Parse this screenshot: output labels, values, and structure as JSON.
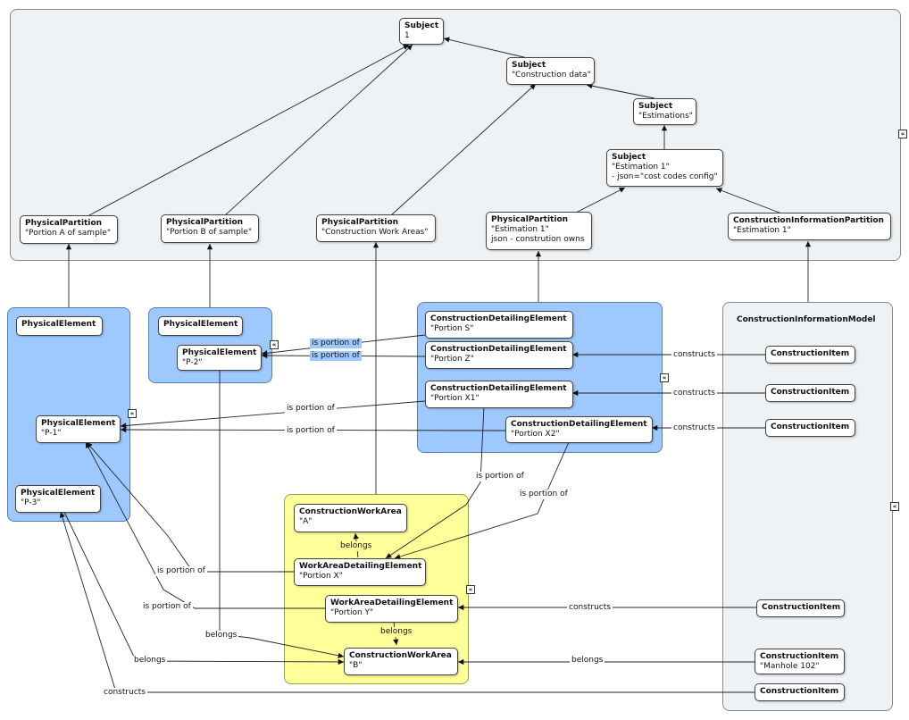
{
  "colors": {
    "top_panel": "#eef2f5",
    "blue_panel": "#9ec9ff",
    "yellow_panel": "#ffff99",
    "cim_panel": "#eef2f5",
    "edge": "#222222"
  },
  "expand_glyph": "«",
  "nodes": {
    "subject_root": {
      "title": "Subject",
      "sub1": "1"
    },
    "subject_construction_data": {
      "title": "Subject",
      "sub1": "\"Construction data\""
    },
    "subject_estimations": {
      "title": "Subject",
      "sub1": "\"Estimations\""
    },
    "subject_estimation1": {
      "title": "Subject",
      "sub1": "\"Estimation 1\"",
      "sub2": "- json=\"cost codes config\""
    },
    "pp_a": {
      "title": "PhysicalPartition",
      "sub1": "\"Portion A of sample\""
    },
    "pp_b": {
      "title": "PhysicalPartition",
      "sub1": "\"Portion B of sample\""
    },
    "pp_cwa": {
      "title": "PhysicalPartition",
      "sub1": "\"Construction Work Areas\""
    },
    "pp_est": {
      "title": "PhysicalPartition",
      "sub1": "\"Estimation 1\"",
      "sub2": "json - constrution owns"
    },
    "cip_est": {
      "title": "ConstructionInformationPartition",
      "sub1": "\"Estimation 1\""
    },
    "pe_left_header": {
      "title": "PhysicalElement"
    },
    "pe_p1": {
      "title": "PhysicalElement",
      "sub1": "\"P-1\""
    },
    "pe_p3": {
      "title": "PhysicalElement",
      "sub1": "\"P-3\""
    },
    "pe_mid_header": {
      "title": "PhysicalElement"
    },
    "pe_p2": {
      "title": "PhysicalElement",
      "sub1": "\"P-2\""
    },
    "cde_s": {
      "title": "ConstructionDetailingElement",
      "sub1": "\"Portion S\""
    },
    "cde_z": {
      "title": "ConstructionDetailingElement",
      "sub1": "\"Portion Z\""
    },
    "cde_x1": {
      "title": "ConstructionDetailingElement",
      "sub1": "\"Portion X1\""
    },
    "cde_x2": {
      "title": "ConstructionDetailingElement",
      "sub1": "\"Portion X2\""
    },
    "cwa_a": {
      "title": "ConstructionWorkArea",
      "sub1": "\"A\""
    },
    "wade_x": {
      "title": "WorkAreaDetailingElement",
      "sub1": "\"Portion X\""
    },
    "wade_y": {
      "title": "WorkAreaDetailingElement",
      "sub1": "\"Portion Y\""
    },
    "cwa_b": {
      "title": "ConstructionWorkArea",
      "sub1": "\"B\""
    },
    "ci_1": {
      "title": "ConstructionItem"
    },
    "ci_2": {
      "title": "ConstructionItem"
    },
    "ci_3": {
      "title": "ConstructionItem"
    },
    "ci_4": {
      "title": "ConstructionItem"
    },
    "ci_5": {
      "title": "ConstructionItem",
      "sub1": "\"Manhole 102\""
    },
    "ci_6": {
      "title": "ConstructionItem"
    }
  },
  "panels": {
    "cim_title": "ConstructionInformationModel"
  },
  "edge_labels": {
    "s_to_p2": "is portion of",
    "z_to_p2": "is portion of",
    "x1_to_p1": "is portion of",
    "x2_to_p1": "is portion of",
    "ci1": "constructs",
    "ci2": "constructs",
    "ci3": "constructs",
    "x1_to_wadex": "is portion of",
    "x2_to_wadex": "is portion of",
    "belongs_x_a": "belongs",
    "wadex_to_p1": "is portion of",
    "wadey_to_p1": "is portion of",
    "ci4": "constructs",
    "belongs_y_b": "belongs",
    "belongs_p2_b": "belongs",
    "belongs_p3_b": "belongs",
    "belongs_ci5_b": "belongs",
    "ci6": "constructs"
  }
}
